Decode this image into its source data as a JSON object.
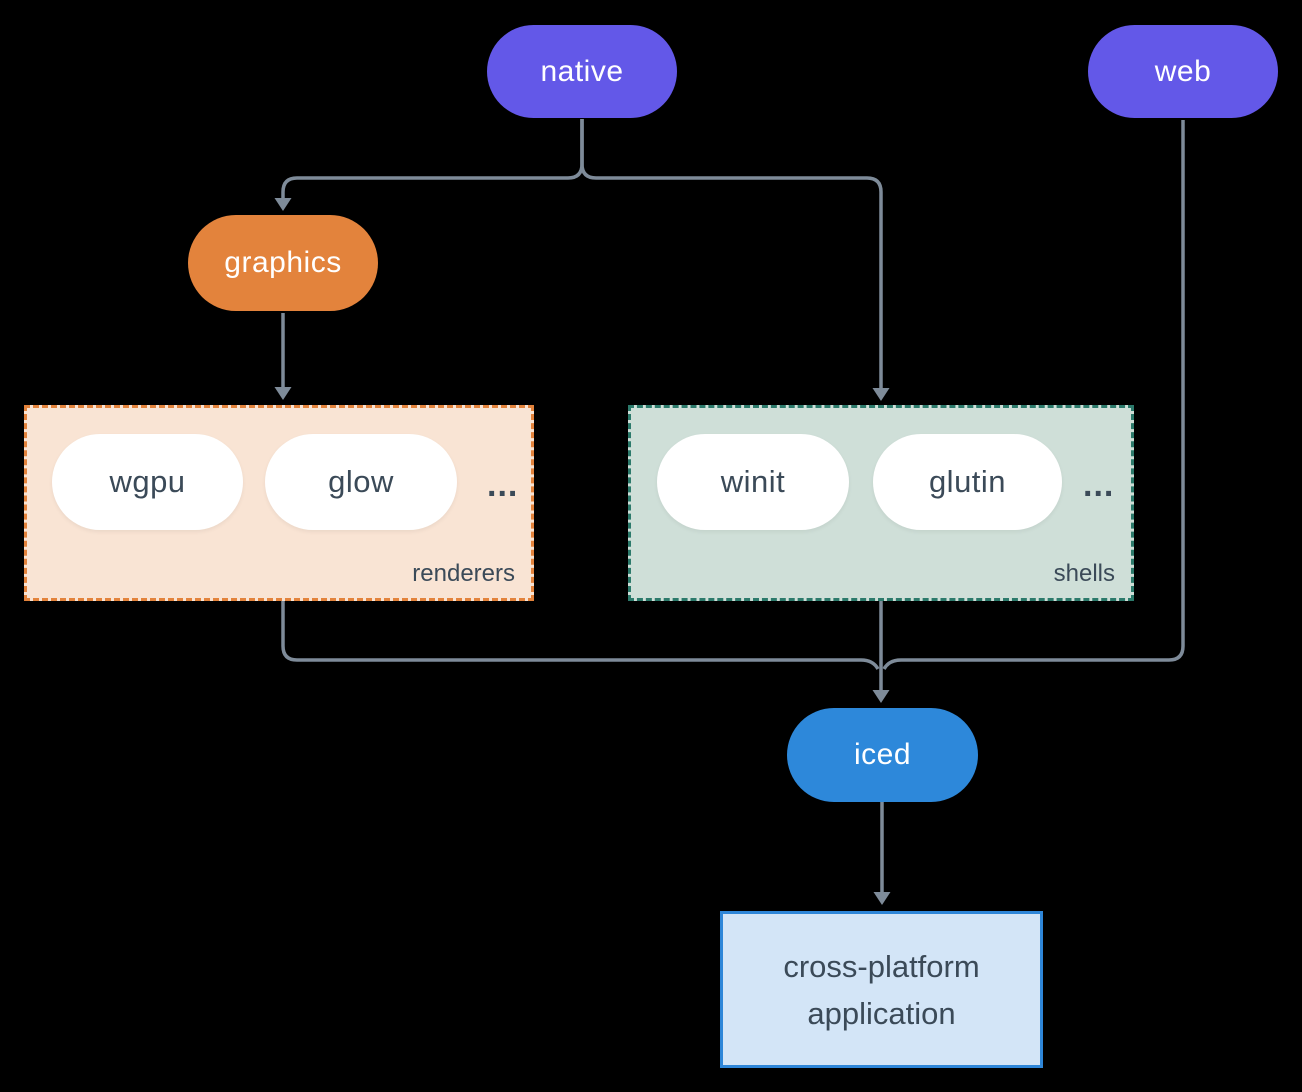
{
  "diagram": {
    "colors": {
      "bg": "#000000",
      "line": "#7e8b99",
      "purple": "#6358e8",
      "orange": "#e3833c",
      "blue": "#2d88da",
      "white": "#ffffff",
      "slate": "#3b4a58",
      "peach_fill": "#f9e4d4",
      "orange_border": "#e3833c",
      "teal_fill": "#cfdfd8",
      "teal_border": "#2c7a6b",
      "app_fill": "#d3e5f7",
      "app_border": "#2e86d8"
    },
    "nodes": {
      "native": {
        "label": "native"
      },
      "web": {
        "label": "web"
      },
      "graphics": {
        "label": "graphics"
      },
      "iced": {
        "label": "iced"
      },
      "application": {
        "line1": "cross-platform",
        "line2": "application"
      }
    },
    "groups": {
      "renderers": {
        "label": "renderers",
        "items": [
          "wgpu",
          "glow"
        ],
        "ellipsis": "..."
      },
      "shells": {
        "label": "shells",
        "items": [
          "winit",
          "glutin"
        ],
        "ellipsis": "..."
      }
    }
  }
}
